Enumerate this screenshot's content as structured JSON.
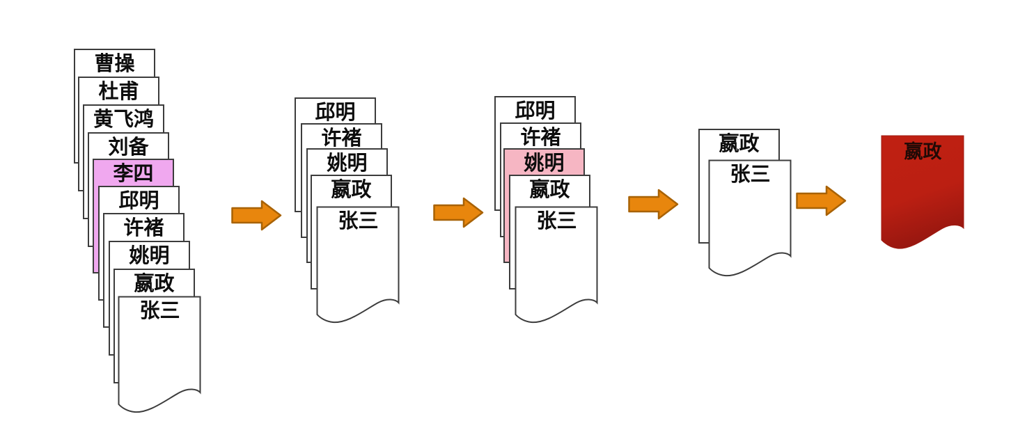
{
  "stacks": [
    {
      "name": "stage-1",
      "cards": [
        {
          "label": "曹操",
          "highlight": "none"
        },
        {
          "label": "杜甫",
          "highlight": "none"
        },
        {
          "label": "黄飞鸿",
          "highlight": "none"
        },
        {
          "label": "刘备",
          "highlight": "none"
        },
        {
          "label": "李四",
          "highlight": "magenta"
        },
        {
          "label": "邱明",
          "highlight": "none"
        },
        {
          "label": "许褚",
          "highlight": "none"
        },
        {
          "label": "姚明",
          "highlight": "none"
        },
        {
          "label": "嬴政",
          "highlight": "none"
        },
        {
          "label": "张三",
          "highlight": "none"
        }
      ]
    },
    {
      "name": "stage-2",
      "cards": [
        {
          "label": "邱明",
          "highlight": "none"
        },
        {
          "label": "许褚",
          "highlight": "none"
        },
        {
          "label": "姚明",
          "highlight": "none"
        },
        {
          "label": "嬴政",
          "highlight": "none"
        },
        {
          "label": "张三",
          "highlight": "none"
        }
      ]
    },
    {
      "name": "stage-3",
      "cards": [
        {
          "label": "邱明",
          "highlight": "none"
        },
        {
          "label": "许褚",
          "highlight": "none"
        },
        {
          "label": "姚明",
          "highlight": "rose"
        },
        {
          "label": "嬴政",
          "highlight": "none"
        },
        {
          "label": "张三",
          "highlight": "none"
        }
      ]
    },
    {
      "name": "stage-4",
      "cards": [
        {
          "label": "嬴政",
          "highlight": "none"
        },
        {
          "label": "张三",
          "highlight": "none"
        }
      ]
    }
  ],
  "result_flag": {
    "label": "嬴政"
  },
  "arrows": {
    "count": 4,
    "direction": "right"
  },
  "colors": {
    "background": "#ffffff",
    "card_bg": "#ffffff",
    "card_border": "#3c3c3c",
    "card_text": "#0d0d0d",
    "highlight_magenta": "#f0a8ef",
    "highlight_rose": "#f6b6c3",
    "arrow_fill": "#e8860d",
    "arrow_border": "#a86205",
    "flag_red_top": "#c02012",
    "flag_red_bottom": "#981710",
    "flag_text": "#200a06"
  }
}
